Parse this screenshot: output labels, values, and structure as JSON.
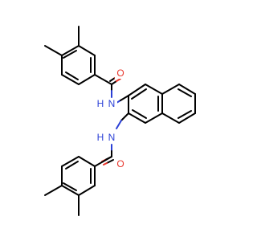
{
  "molecule": {
    "atoms": {
      "o_top": {
        "symbol": "O",
        "color": "#e8352b"
      },
      "n_top": {
        "symbol": "N",
        "color": "#2a3fd6"
      },
      "h_top": {
        "symbol": "H",
        "color": "#2a3fd6"
      },
      "n_bottom": {
        "symbol": "N",
        "color": "#2a3fd6"
      },
      "h_bottom": {
        "symbol": "H",
        "color": "#2a3fd6"
      },
      "o_bottom": {
        "symbol": "O",
        "color": "#e8352b"
      }
    },
    "colors": {
      "carbon_bond": "#000000",
      "oxygen": "#e8352b",
      "nitrogen": "#2a3fd6",
      "background": "#ffffff"
    }
  }
}
